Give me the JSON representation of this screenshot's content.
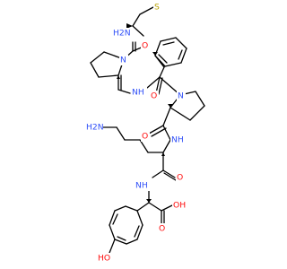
{
  "structure": {
    "colors": {
      "N": "#3050F8",
      "O": "#FF0D0D",
      "S": "#B8A000",
      "C": "#000000"
    },
    "labels": {
      "amine_n_terminal": "H2N",
      "sulfur": "S",
      "met_carbonyl_o": "O",
      "pro1_ring_n": "N",
      "pro1_amide_nh": "NH",
      "phe_carbonyl_o": "O",
      "pro2_ring_n": "N",
      "pro2_carbonyl_o": "O",
      "lys_side_chain_amine": "H2N",
      "lys_alpha_nh": "NH",
      "lys_carbonyl_o": "O",
      "tyr_alpha_nh": "NH",
      "tyr_acid_oh": "OH",
      "tyr_acid_o": "O",
      "tyr_phenol_oh": "HO"
    }
  }
}
